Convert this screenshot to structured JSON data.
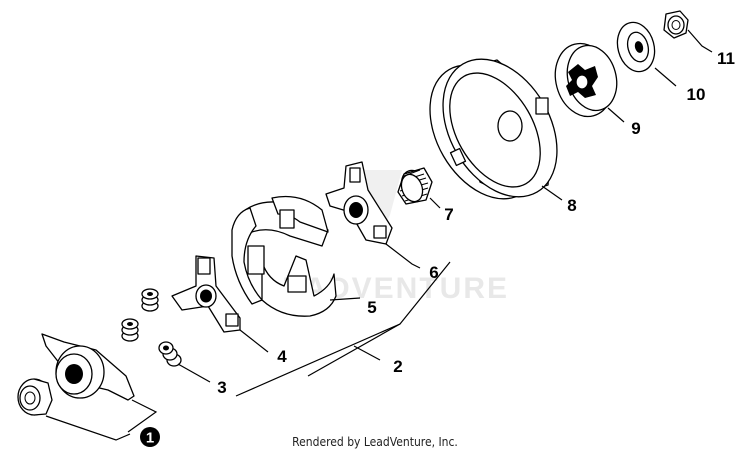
{
  "watermark": "LEADVENTURE",
  "credit": "Rendered by LeadVenture, Inc.",
  "callouts": [
    {
      "id": "1",
      "label": "1"
    },
    {
      "id": "2",
      "label": "2"
    },
    {
      "id": "3",
      "label": "3"
    },
    {
      "id": "4",
      "label": "4"
    },
    {
      "id": "5",
      "label": "5"
    },
    {
      "id": "6",
      "label": "6"
    },
    {
      "id": "7",
      "label": "7"
    },
    {
      "id": "8",
      "label": "8"
    },
    {
      "id": "9",
      "label": "9"
    },
    {
      "id": "10",
      "label": "10"
    },
    {
      "id": "11",
      "label": "11"
    }
  ]
}
